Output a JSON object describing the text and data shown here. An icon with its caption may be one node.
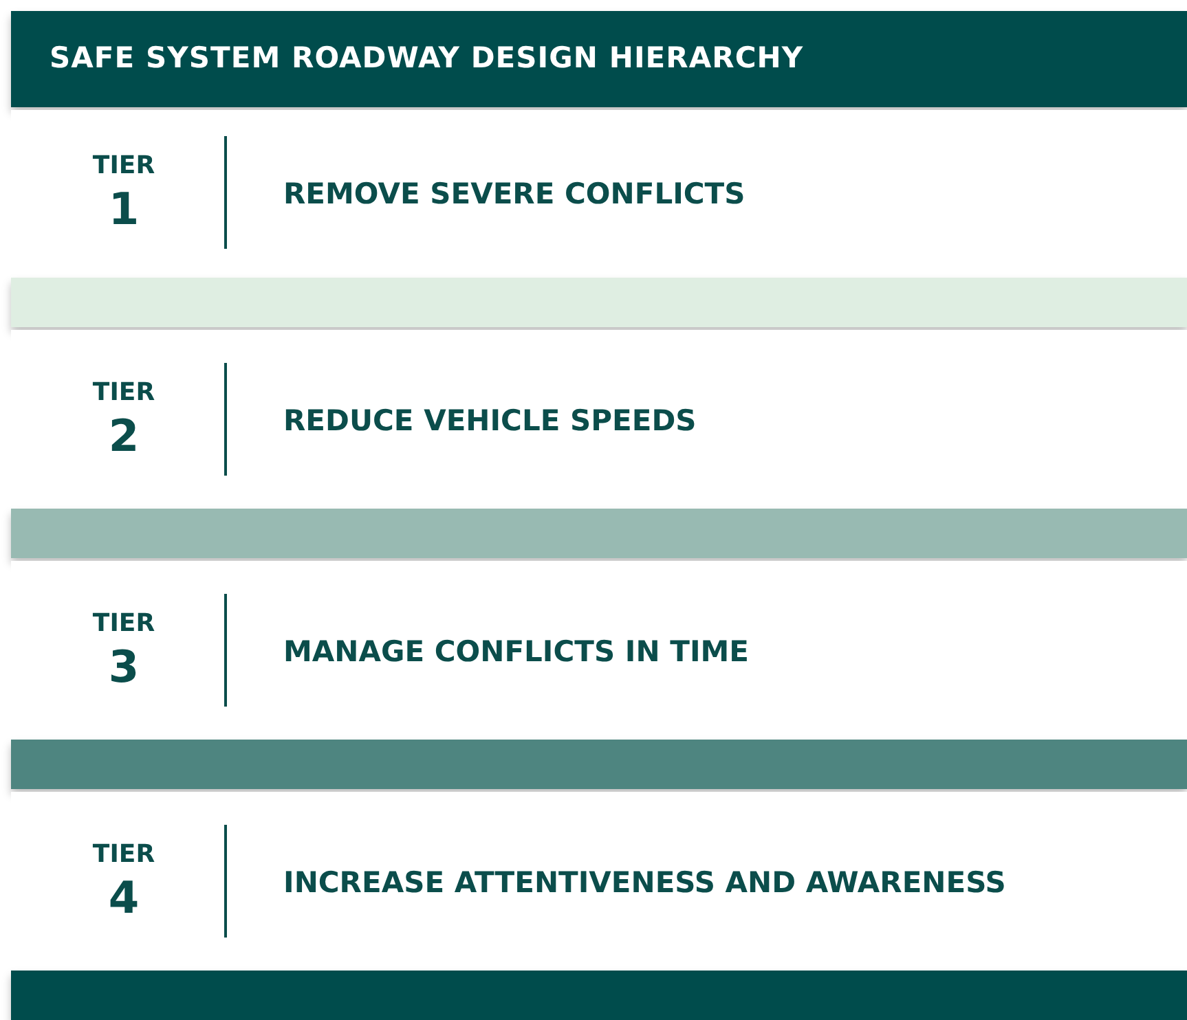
{
  "diagram": {
    "title": "SAFE SYSTEM ROADWAY DESIGN HIERARCHY",
    "nodes": [
      {
        "text": [
          "TIER",
          "1",
          "REMOVE SEVERE CONFLICTS"
        ]
      },
      {
        "text": [],
        "shape": "bar"
      },
      {
        "text": [
          "TIER",
          "2",
          "REDUCE VEHICLE SPEEDS"
        ]
      },
      {
        "text": [],
        "shape": "bar"
      },
      {
        "text": [
          "TIER",
          "3",
          "MANAGE CONFLICTS IN TIME"
        ]
      },
      {
        "text": [],
        "shape": "bar"
      },
      {
        "text": [
          "TIER",
          "4",
          "INCREASE ATTENTIVENESS AND AWARENESS"
        ]
      },
      {
        "text": [],
        "shape": "bar"
      }
    ]
  }
}
